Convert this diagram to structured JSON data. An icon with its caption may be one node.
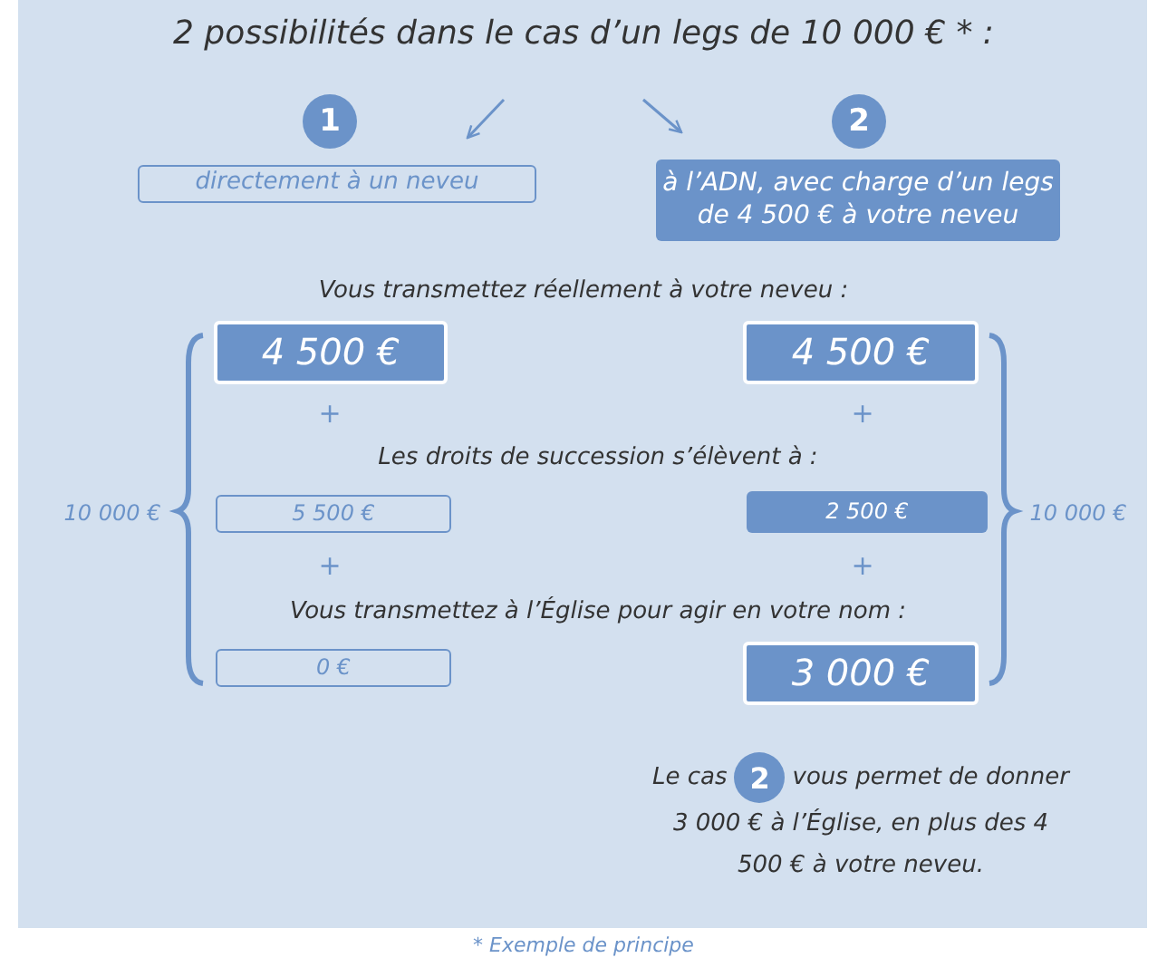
{
  "diagram": {
    "title": "2 possibilités dans le cas d’un legs de 10 000 € * :",
    "caption": "* Exemple de principe",
    "nodes": [
      {
        "text": [
          "1"
        ]
      },
      {
        "text": [
          "directement  à un neveu"
        ]
      },
      {
        "text": [
          "2"
        ]
      },
      {
        "text": [
          "à l’ADN, avec charge d’un legs de 4 500  € à votre neveu"
        ]
      },
      {
        "text": [
          "4 500 €"
        ]
      },
      {
        "text": [
          "4 500 €"
        ]
      },
      {
        "text": [
          "5 500 €"
        ]
      },
      {
        "text": [
          "2 500 €"
        ]
      },
      {
        "text": [
          "0 €"
        ]
      },
      {
        "text": [
          "3 000 €"
        ]
      },
      {
        "text": [
          "2"
        ]
      }
    ],
    "edges": [
      {
        "from": null,
        "to": 1,
        "arrow": "to"
      },
      {
        "from": null,
        "to": 3,
        "arrow": "to"
      }
    ],
    "labels": [
      "Vous transmettez réellement à votre neveu :",
      "+",
      "+",
      "Les droits de succession s’élèvent à :",
      "10 000 €",
      "10 000 €",
      "+",
      "+",
      "Vous transmettez à l’Église pour agir en votre nom :",
      "Le cas",
      "vous permet de donner 3 000 € à l’Église, en plus des 4 500 € à votre neveu."
    ]
  }
}
